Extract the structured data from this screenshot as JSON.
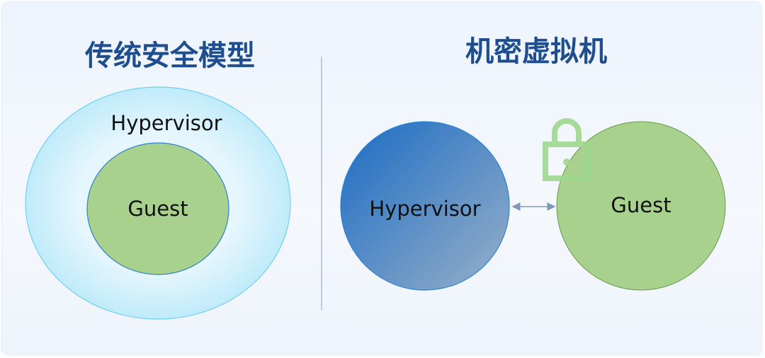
{
  "left": {
    "title": "传统安全模型",
    "outer_label": "Hypervisor",
    "inner_label": "Guest"
  },
  "right": {
    "title": "机密虚拟机",
    "hypervisor_label": "Hypervisor",
    "guest_label": "Guest"
  },
  "colors": {
    "title": "#1f4e8f",
    "guest_green": "#a8d18d",
    "lock_green": "#9ed88f",
    "outer_cyan": "#c4ecfa"
  }
}
